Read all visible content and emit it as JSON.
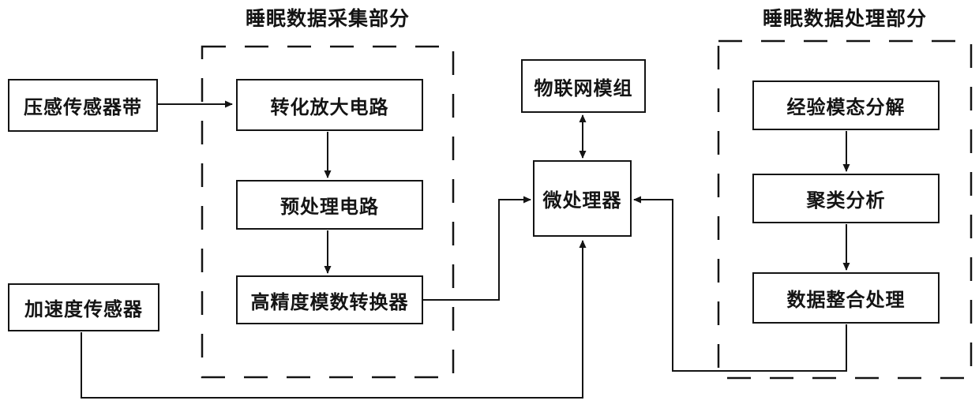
{
  "diagram": {
    "background_color": "#ffffff",
    "line_color": "#141414",
    "groups": {
      "collection": {
        "title": "睡眠数据采集部分"
      },
      "processing": {
        "title": "睡眠数据处理部分"
      }
    },
    "nodes": {
      "pressure_sensor": {
        "label": "压感传感器带"
      },
      "acceleration_sensor": {
        "label": "加速度传感器"
      },
      "conversion_amplifier": {
        "label": "转化放大电路"
      },
      "preprocessing_circuit": {
        "label": "预处理电路"
      },
      "adc": {
        "label": "高精度模数转换器"
      },
      "iot_module": {
        "label": "物联网模组"
      },
      "microprocessor": {
        "label": "微处理器"
      },
      "emd": {
        "label": "经验模态分解"
      },
      "cluster_analysis": {
        "label": "聚类分析"
      },
      "data_integration": {
        "label": "数据整合处理"
      }
    },
    "edges": [
      {
        "from": "压感传感器带",
        "to": "转化放大电路",
        "arrow": "single"
      },
      {
        "from": "转化放大电路",
        "to": "预处理电路",
        "arrow": "single"
      },
      {
        "from": "预处理电路",
        "to": "高精度模数转换器",
        "arrow": "single"
      },
      {
        "from": "高精度模数转换器",
        "to": "微处理器",
        "arrow": "single"
      },
      {
        "from": "加速度传感器",
        "to": "微处理器",
        "arrow": "single"
      },
      {
        "from": "微处理器",
        "to": "物联网模组",
        "arrow": "double"
      },
      {
        "from": "经验模态分解",
        "to": "聚类分析",
        "arrow": "single"
      },
      {
        "from": "聚类分析",
        "to": "数据整合处理",
        "arrow": "single"
      },
      {
        "from": "数据整合处理",
        "to": "微处理器",
        "arrow": "single"
      }
    ]
  }
}
